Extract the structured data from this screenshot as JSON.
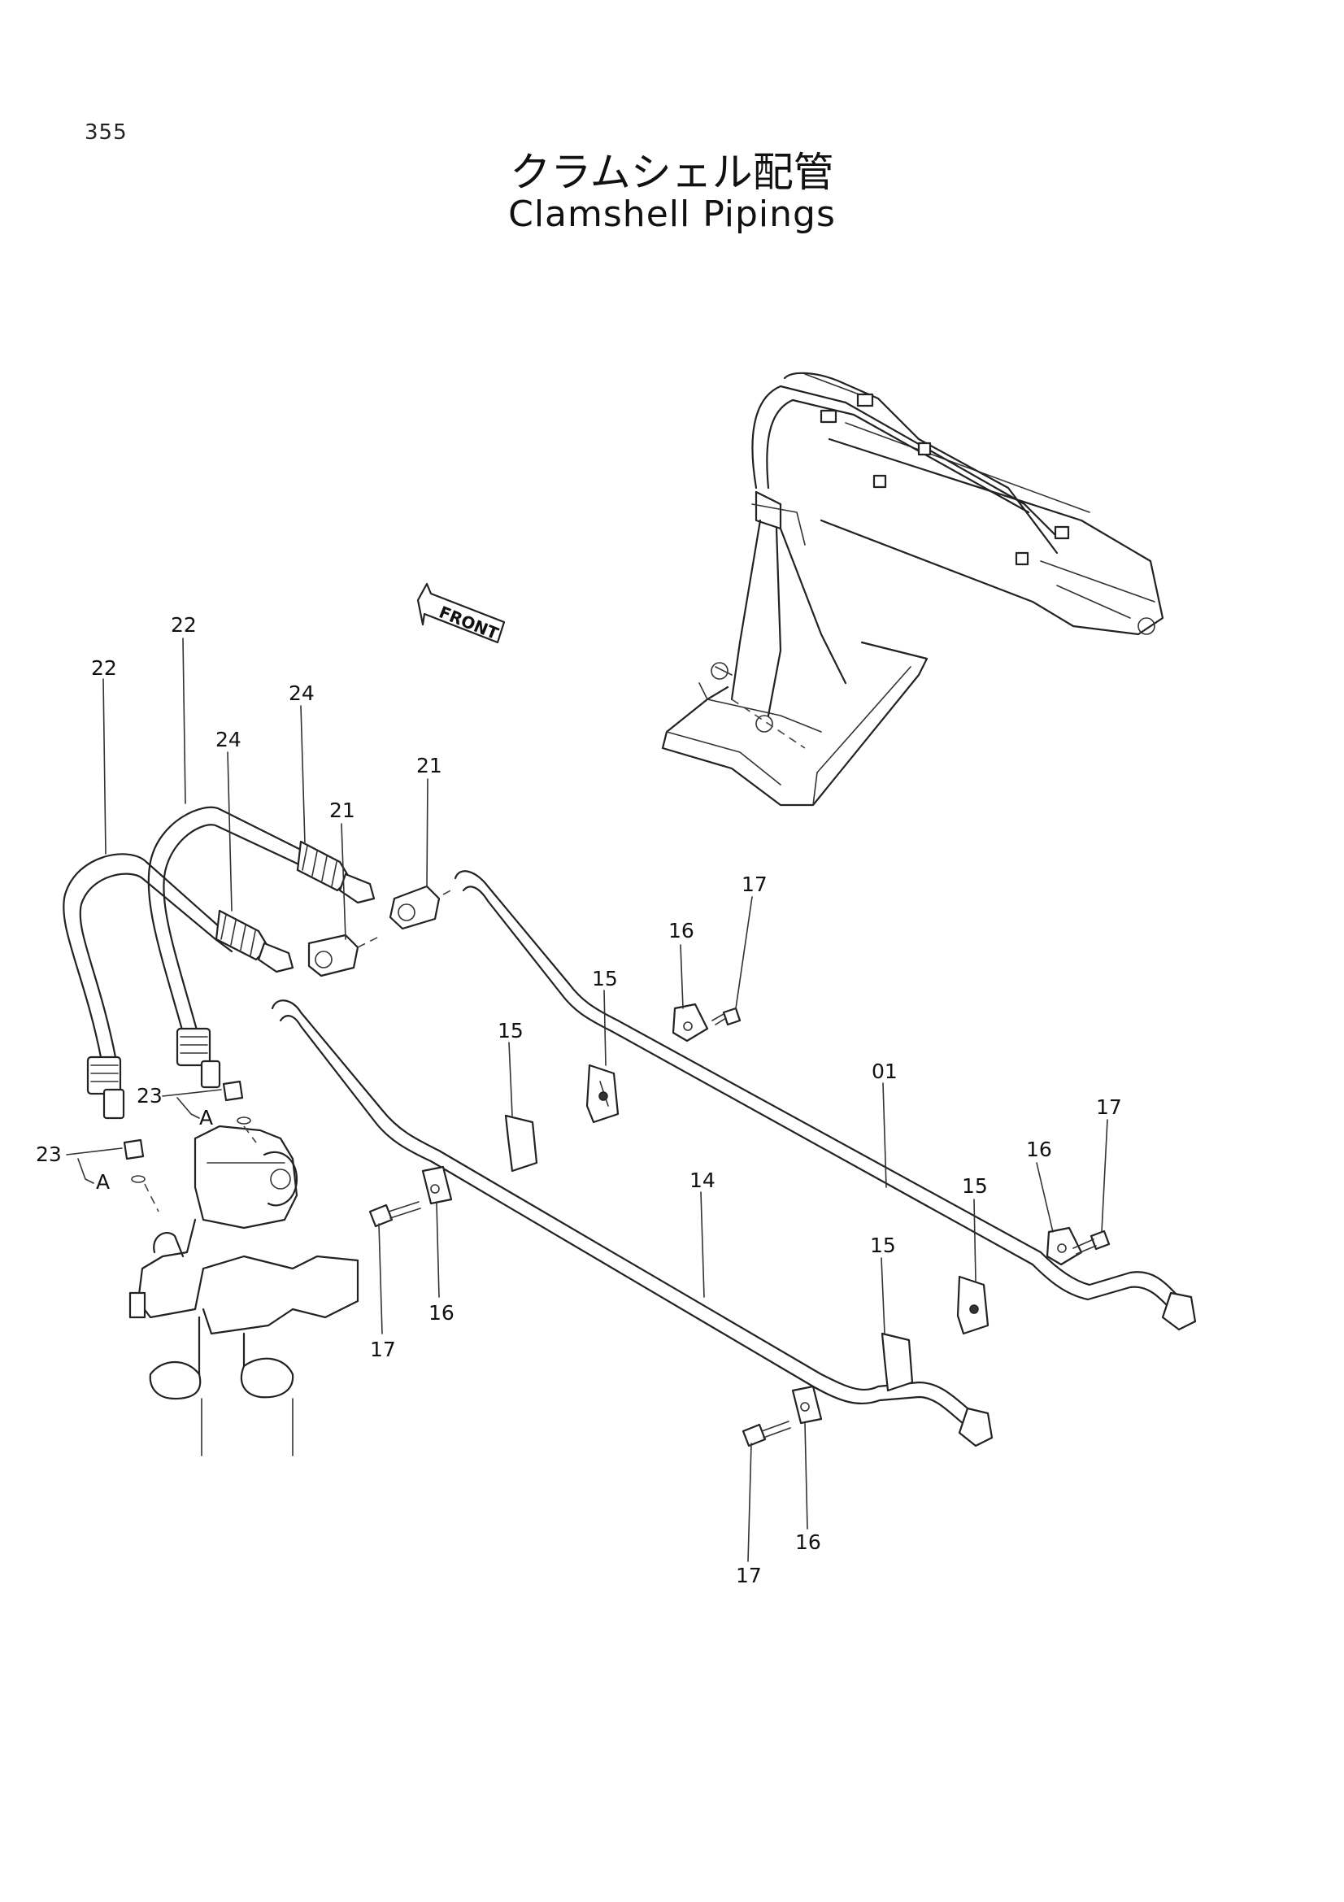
{
  "page_number": "355",
  "title_jp": "クラムシェル配管",
  "title_en": "Clamshell Pipings",
  "front_label": "FRONT",
  "callouts": {
    "c01": "01",
    "c14": "14",
    "c15a": "15",
    "c15b": "15",
    "c15c": "15",
    "c15d": "15",
    "c16a": "16",
    "c16b": "16",
    "c16c": "16",
    "c16d": "16",
    "c17a": "17",
    "c17b": "17",
    "c17c": "17",
    "c17d": "17",
    "c21a": "21",
    "c21b": "21",
    "c22a": "22",
    "c22b": "22",
    "c23a": "23",
    "c23b": "23",
    "c24a": "24",
    "c24b": "24",
    "cAa": "A",
    "cAb": "A"
  }
}
